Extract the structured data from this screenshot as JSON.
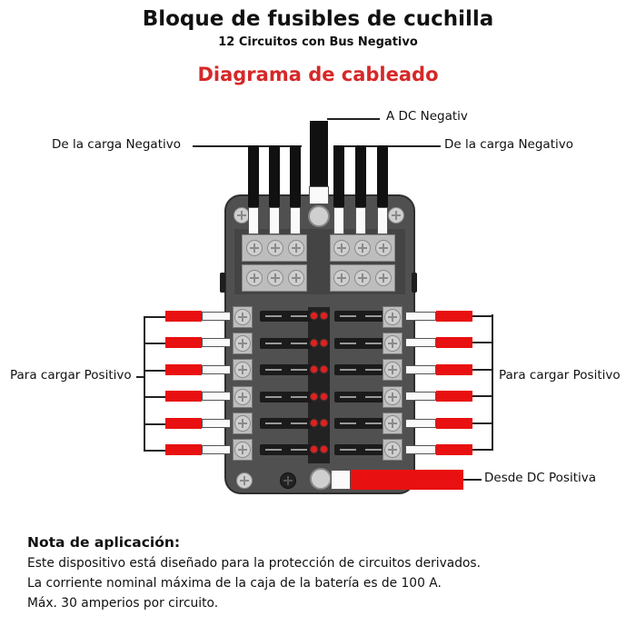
{
  "header": {
    "title": "Bloque de fusibles de cuchilla",
    "subtitle": "12 Circuitos con Bus Negativo",
    "diagram_heading": "Diagrama de cableado"
  },
  "labels": {
    "to_dc_negative": "A DC Negativ",
    "from_load_negative_left": "De la carga Negativo",
    "from_load_negative_right": "De la carga Negativo",
    "to_load_positive_left": "Para cargar Positivo",
    "to_load_positive_right": "Para cargar Positivo",
    "from_dc_positive": "Desde DC Positiva"
  },
  "colors": {
    "heading_red": "#d62828",
    "positive_wire": "#e81010",
    "negative_wire": "#111111",
    "block_body": "#505050",
    "led": "#e02020"
  },
  "block": {
    "circuits": 12,
    "fuse_rows": 6,
    "negative_bus_terminals": 12
  },
  "note": {
    "title": "Nota de aplicación:",
    "lines": [
      "Este dispositivo está diseñado para la protección de circuitos derivados.",
      "La corriente nominal máxima de la caja de la batería es de 100 A.",
      "Máx. 30 amperios por circuito."
    ]
  }
}
